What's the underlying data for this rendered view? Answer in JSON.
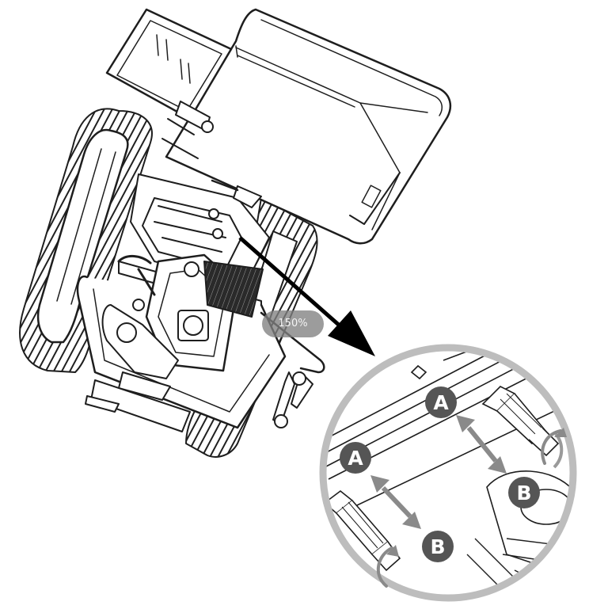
{
  "zoom": {
    "label": "150%"
  },
  "callout": {
    "labels": {
      "a": "A",
      "b": "B"
    },
    "badge_color": "#555555",
    "arrow_color": "#8a8a8a",
    "ring_color": "#bdbdbd"
  },
  "colors": {
    "line": "#1e1e1e",
    "pointer_arrow": "#000000"
  }
}
